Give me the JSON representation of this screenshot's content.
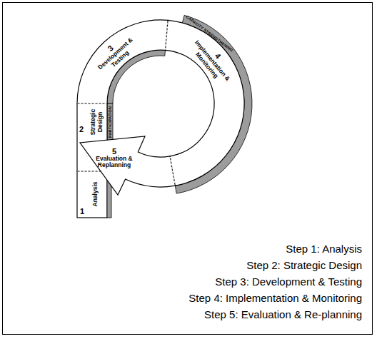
{
  "diagram": {
    "nodes": [
      {
        "text": [
          "1",
          "Analysis"
        ]
      },
      {
        "text": [
          "2",
          "Strategic Design"
        ]
      },
      {
        "text": [
          "3",
          "Development & Testing"
        ]
      },
      {
        "text": [
          "4",
          "Implementation & Monitoring"
        ]
      },
      {
        "text": [
          "5",
          "Evaluation & Replanning"
        ]
      }
    ],
    "labels": [
      "PARTICIPATION",
      "CAPACITY STRENGTHENING",
      "Step 1: Analysis",
      "Step 2: Strategic Design",
      "Step 3: Development & Testing",
      "Step 4: Implementation & Monitoring",
      "Step 5: Evaluation & Re-planning"
    ]
  }
}
